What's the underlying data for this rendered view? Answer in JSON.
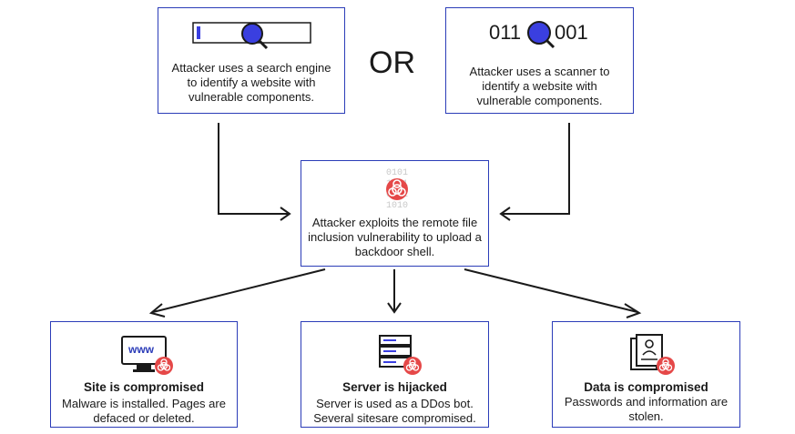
{
  "top_left": {
    "text": "Attacker uses a search engine to identify a website with vulnerable components."
  },
  "or_label": "OR",
  "top_right": {
    "binary_left": "011",
    "binary_right": "001",
    "text": "Attacker uses a scanner to identify a website with vulnerable components."
  },
  "center": {
    "text": "Attacker exploits the remote file inclusion vulnerability to upload a backdoor shell."
  },
  "outcomes": [
    {
      "title": "Site is compromised",
      "text": "Malware is installed. Pages are defaced or deleted.",
      "icon_label": "www"
    },
    {
      "title": "Server is hijacked",
      "text": "Server is used as a DDos bot. Several sitesare compromised."
    },
    {
      "title": "Data is compromised",
      "text": "Passwords and information are stolen."
    }
  ],
  "colors": {
    "border": "#2b3cb8",
    "accent": "#3a3fe0",
    "danger": "#e54848"
  }
}
